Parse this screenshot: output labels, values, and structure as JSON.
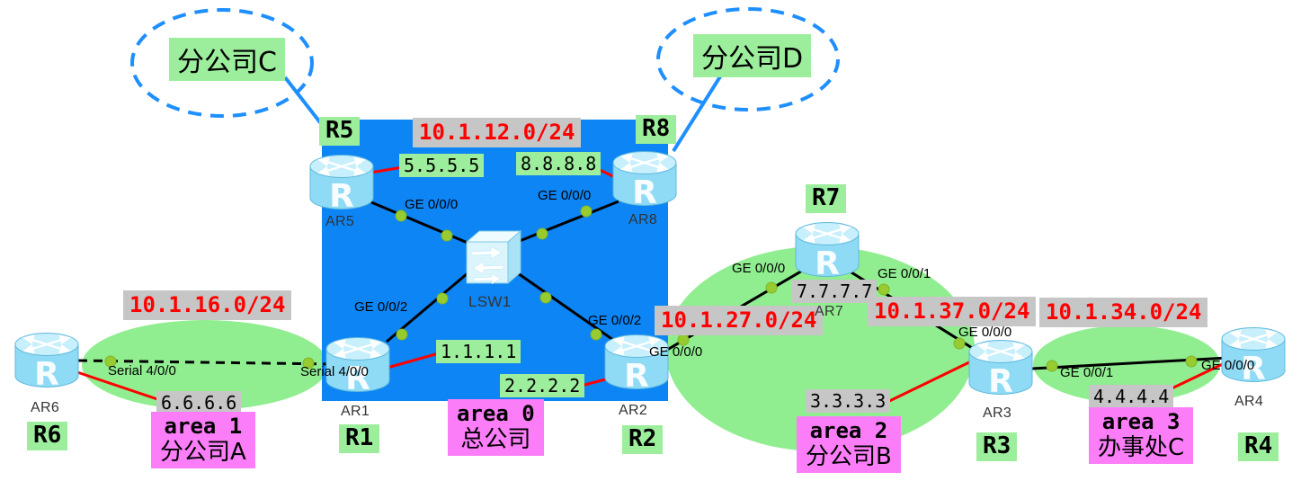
{
  "clouds": [
    {
      "label": "分公司C"
    },
    {
      "label": "分公司D"
    }
  ],
  "routers": [
    {
      "name": "AR5",
      "node": "R5",
      "loopback": "5.5.5.5"
    },
    {
      "name": "AR8",
      "node": "R8",
      "loopback": "8.8.8.8"
    },
    {
      "name": "AR1",
      "node": "R1",
      "loopback": "1.1.1.1"
    },
    {
      "name": "AR2",
      "node": "R2",
      "loopback": "2.2.2.2"
    },
    {
      "name": "AR6",
      "node": "R6",
      "loopback": "6.6.6.6"
    },
    {
      "name": "AR7",
      "node": "R7",
      "loopback": "7.7.7.7"
    },
    {
      "name": "AR3",
      "node": "R3",
      "loopback": "3.3.3.3"
    },
    {
      "name": "AR4",
      "node": "R4",
      "loopback": "4.4.4.4"
    }
  ],
  "switch": {
    "name": "LSW1"
  },
  "subnets": {
    "core": "10.1.12.0/24",
    "serial_16": "10.1.16.0/24",
    "link_27": "10.1.27.0/24",
    "link_37": "10.1.37.0/24",
    "link_34": "10.1.34.0/24"
  },
  "interfaces": {
    "ar5_lsw1": "GE 0/0/0",
    "ar8_lsw1": "GE 0/0/0",
    "ar1_lsw1": "GE 0/0/2",
    "ar2_lsw1": "GE 0/0/2",
    "ar2_ar7": "GE 0/0/0",
    "ar7_ar2": "GE 0/0/0",
    "ar7_ar3": "GE 0/0/1",
    "ar3_ar7": "GE 0/0/0",
    "ar3_ar4": "GE 0/0/1",
    "ar4_ar3": "GE 0/0/0",
    "ar6_serial": "Serial 4/0/0",
    "ar1_serial": "Serial 4/0/0"
  },
  "areas": [
    {
      "area": "area 1",
      "site": "分公司A"
    },
    {
      "area": "area 0",
      "site": "总公司"
    },
    {
      "area": "area 2",
      "site": "分公司B"
    },
    {
      "area": "area 3",
      "site": "办事处C"
    }
  ],
  "icons": {
    "router_glyph": "R"
  },
  "colors": {
    "backbone_fill": "#0d85f5",
    "area_fill": "#90ee90",
    "label_green": "#9cee9c",
    "label_gray": "#c6c6c6",
    "label_pink": "#fb7ef8",
    "subnet_text": "#ff0000",
    "cloud_stroke": "#1e8fff",
    "link_black": "#000000",
    "loopback_line_red": "#ff0000",
    "port_dot": "#96cc30"
  }
}
